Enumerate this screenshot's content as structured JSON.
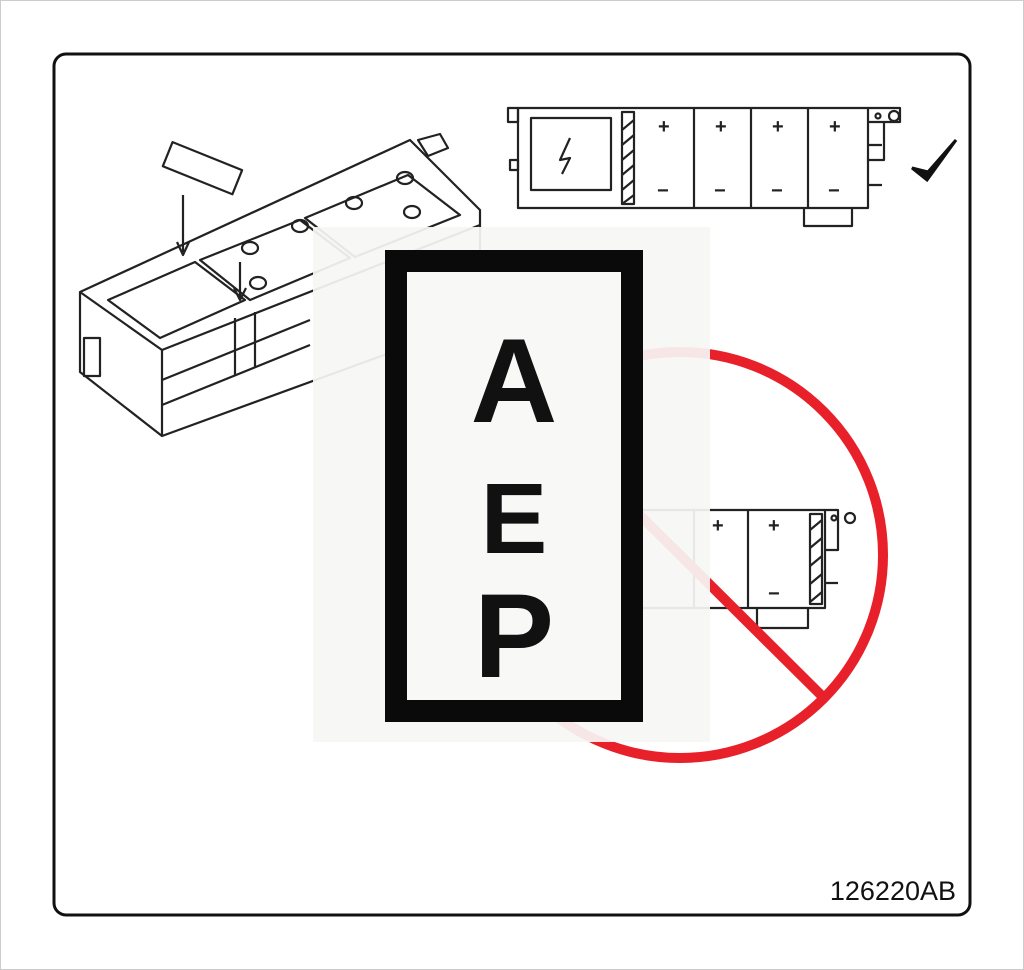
{
  "label": {
    "letters": [
      "A",
      "E",
      "P"
    ]
  },
  "part_number": "126220AB",
  "terminals": {
    "positive": "+",
    "negative": "−"
  },
  "colors": {
    "prohibit_red": "#e8202a",
    "border": "#111111"
  }
}
